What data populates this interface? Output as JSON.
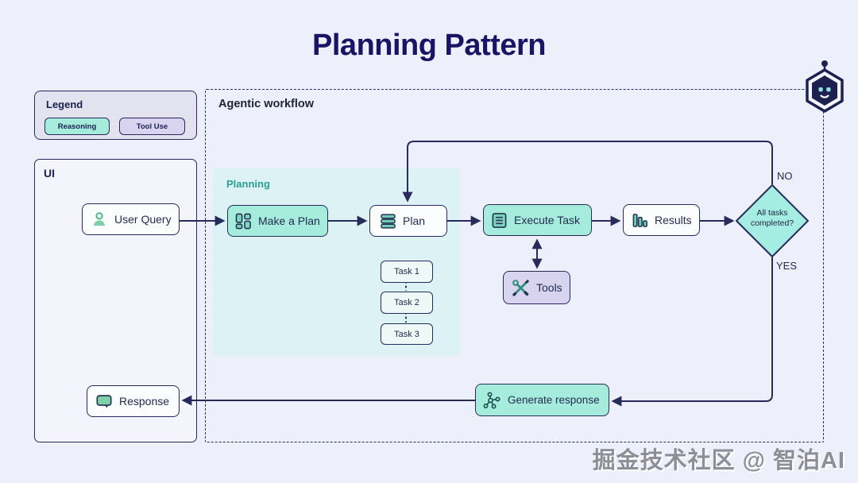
{
  "title": "Planning Pattern",
  "legend": {
    "title": "Legend",
    "items": [
      {
        "label": "Reasoning",
        "color": "#a6ecdc"
      },
      {
        "label": "Tool Use",
        "color": "#d8d4f0"
      }
    ]
  },
  "ui_panel": {
    "title": "UI",
    "user_query_label": "User Query",
    "response_label": "Response"
  },
  "workflow": {
    "title": "Agentic workflow",
    "planning_label": "Planning",
    "make_a_plan_label": "Make a Plan",
    "plan_label": "Plan",
    "execute_task_label": "Execute Task",
    "tools_label": "Tools",
    "results_label": "Results",
    "generate_response_label": "Generate response",
    "decision_label": "All tasks completed?",
    "tasks": [
      "Task 1",
      "Task 2",
      "Task 3"
    ],
    "branch_no": "NO",
    "branch_yes": "YES"
  },
  "watermark": "掘金技术社区 @ 智泊AI",
  "colors": {
    "background": "#edeffb",
    "navy": "#262b5b",
    "title": "#1a1464",
    "reasoning_fill": "#a6ecdc",
    "tool_use_fill": "#d8d4f0",
    "planning_area": "#dcf2f5",
    "planning_label": "#2e9e8f",
    "node_white": "#fcfdff",
    "task_fill": "#eef9f7",
    "icon_green": "#7fd0a8",
    "icon_teal": "#6fcdb4",
    "robot_eyes": "#8fe0de"
  }
}
